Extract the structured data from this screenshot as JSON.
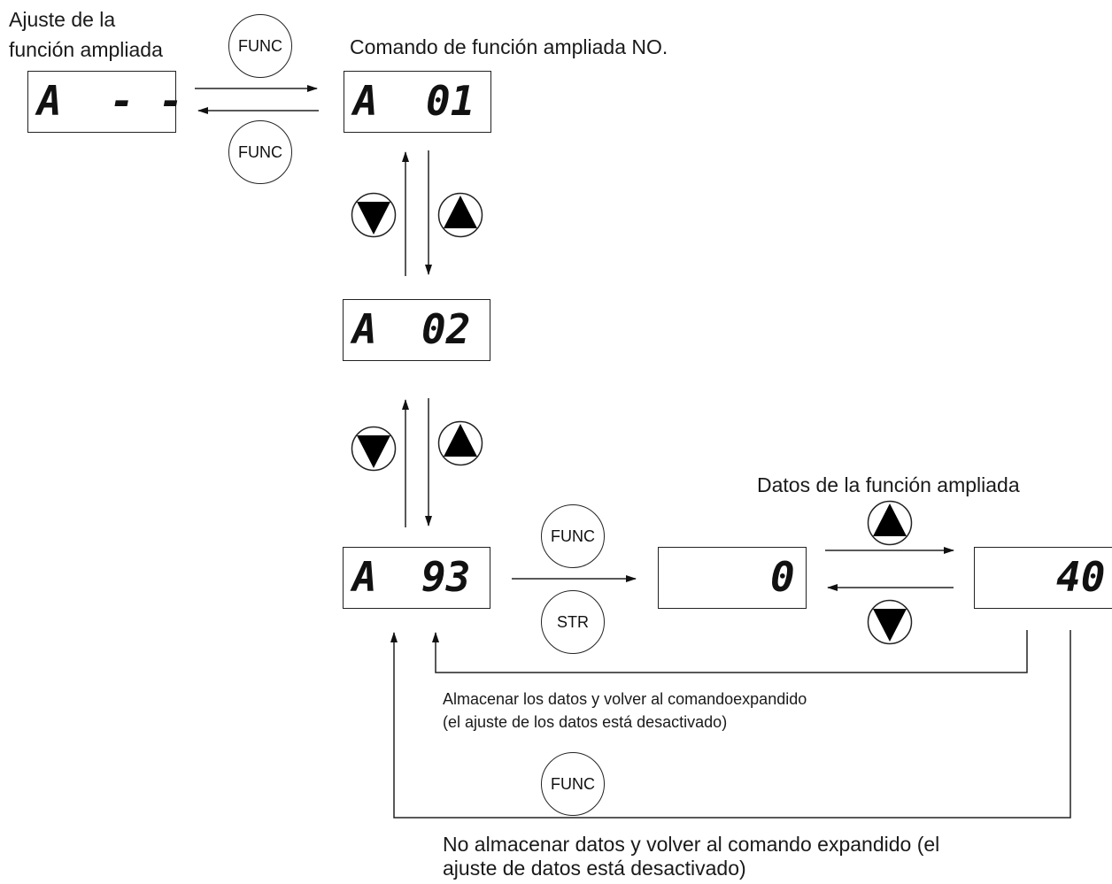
{
  "labels": {
    "ajuste_l1": "Ajuste de la",
    "ajuste_l2": "función ampliada",
    "comando": "Comando de función ampliada NO.",
    "datos": "Datos de la función ampliada",
    "almacenar_l1": "Almacenar los datos y volver al comandoexpandido",
    "almacenar_l2": "(el ajuste de los datos está desactivado)",
    "no_almacenar_l1": "No almacenar datos y volver al comando expandido (el",
    "no_almacenar_l2": "ajuste de datos está desactivado)"
  },
  "displays": {
    "ext": {
      "left": "A",
      "right": "- -"
    },
    "a01": {
      "left": "A",
      "right": "01"
    },
    "a02": {
      "left": "A",
      "right": "02"
    },
    "a93": {
      "left": "A",
      "right": "93"
    },
    "data0": {
      "right": "0"
    },
    "data40": {
      "right": "40"
    }
  },
  "buttons": {
    "func": "FUNC",
    "str": "STR",
    "up_icon": "up-triangle-icon",
    "down_icon": "down-triangle-icon"
  }
}
